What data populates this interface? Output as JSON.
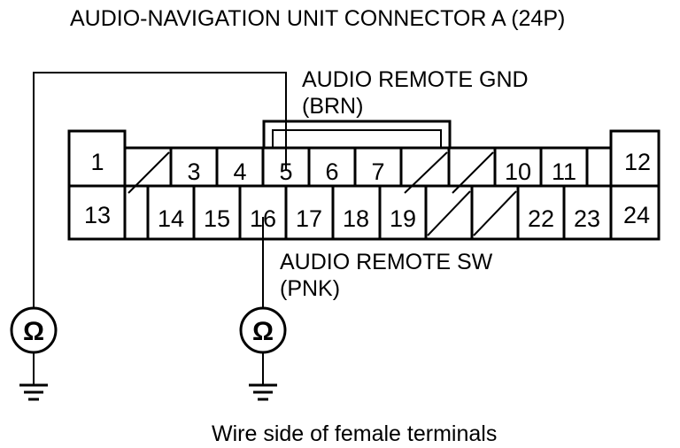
{
  "title": "AUDIO-NAVIGATION UNIT CONNECTOR A (24P)",
  "labels": {
    "gnd_name": "AUDIO REMOTE GND",
    "gnd_color": "(BRN)",
    "sw_name": "AUDIO REMOTE SW",
    "sw_color": "(PNK)"
  },
  "caption": "Wire side of female terminals",
  "pins": {
    "p1": "1",
    "p3": "3",
    "p4": "4",
    "p5": "5",
    "p6": "6",
    "p7": "7",
    "p10": "10",
    "p11": "11",
    "p12": "12",
    "p13": "13",
    "p14": "14",
    "p15": "15",
    "p16": "16",
    "p17": "17",
    "p18": "18",
    "p19": "19",
    "p22": "22",
    "p23": "23",
    "p24": "24"
  },
  "meter_symbol": "Ω",
  "icons": {
    "meter": "ohmmeter-icon",
    "ground": "ground-icon"
  }
}
